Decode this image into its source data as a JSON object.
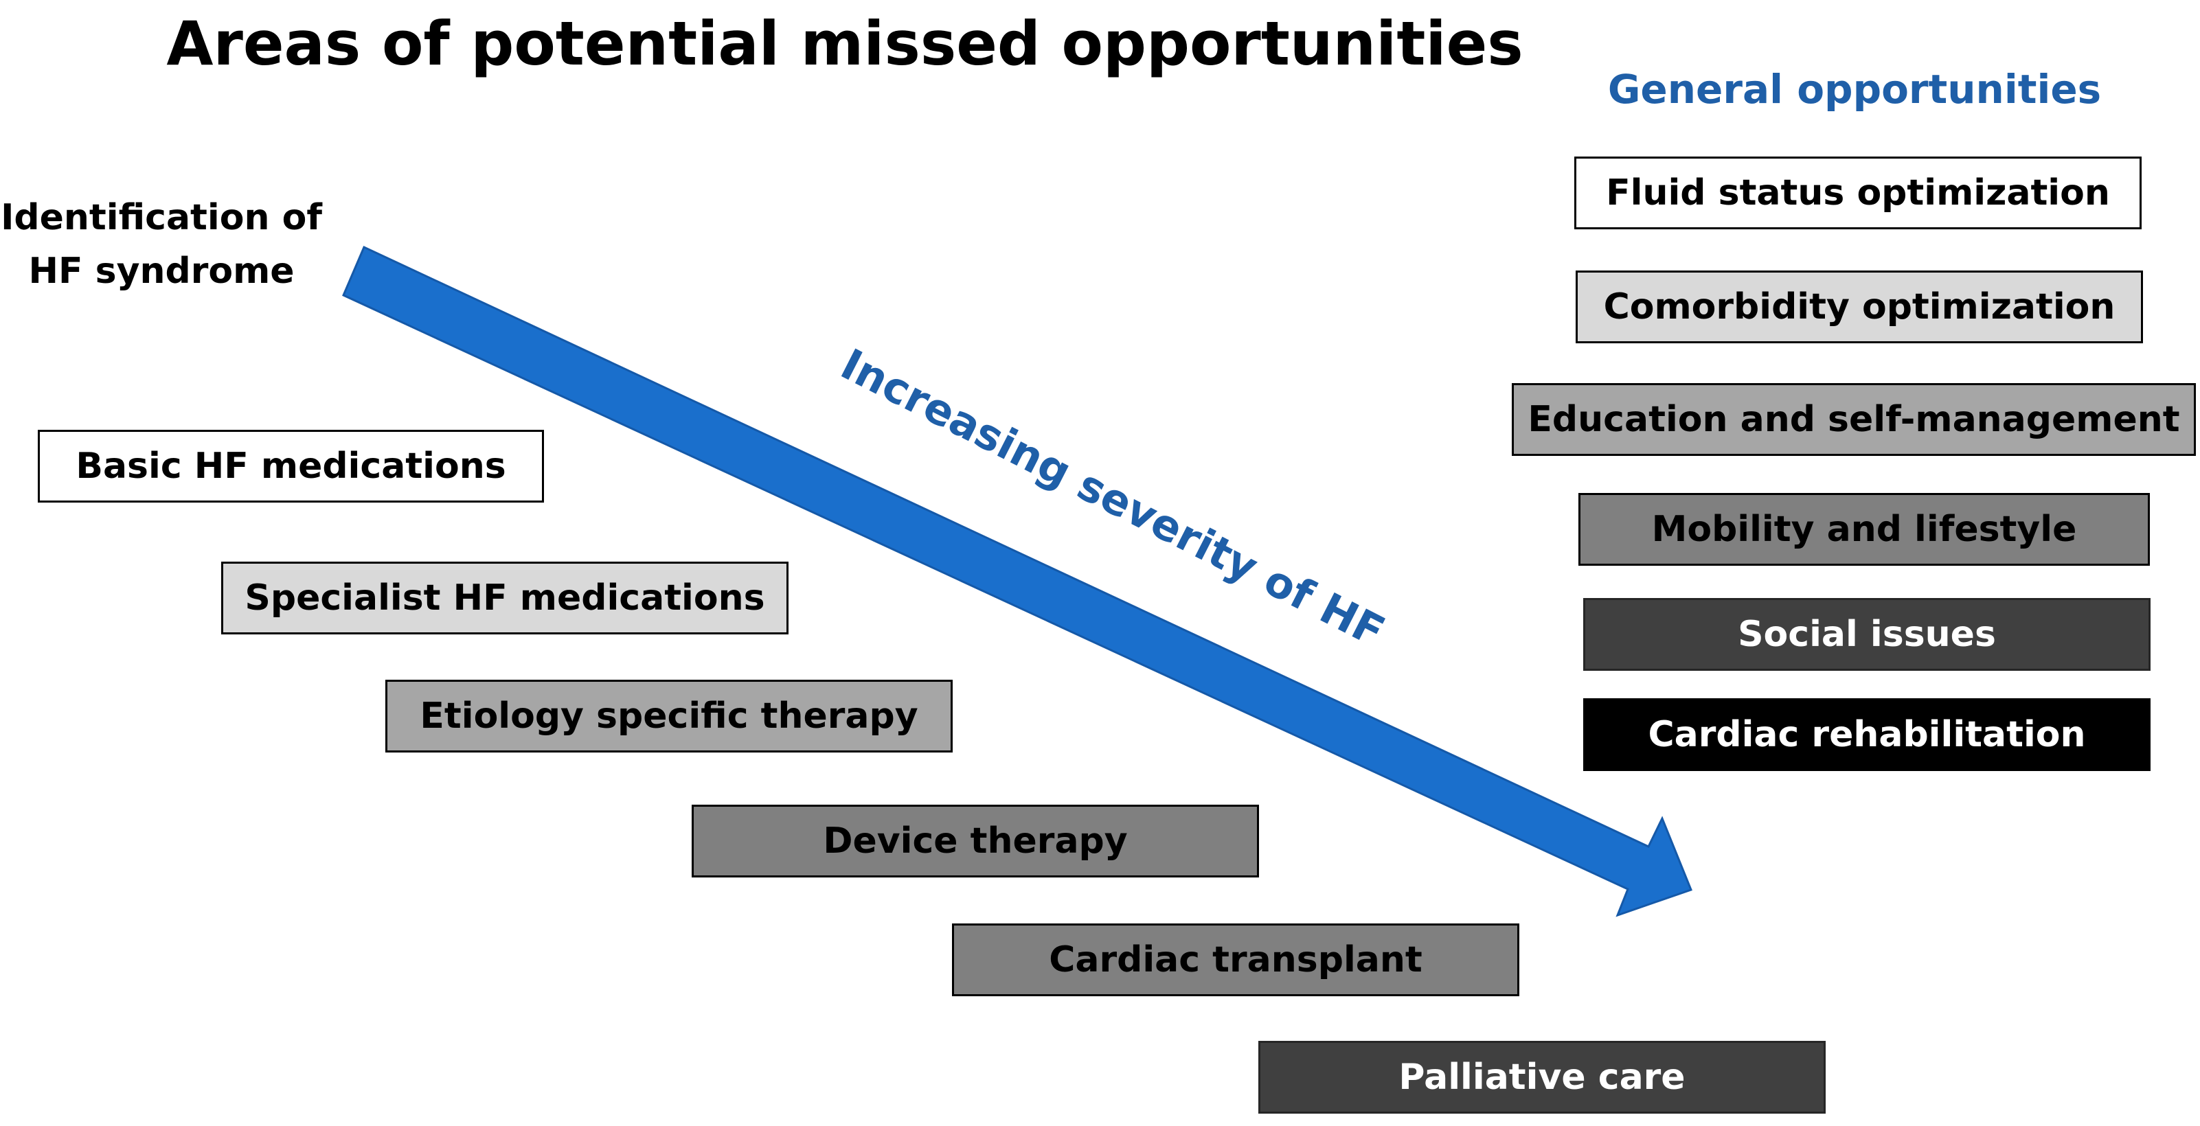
{
  "title": "Areas of potential missed opportunities",
  "identification": {
    "line1": "Identification of",
    "line2": "HF syndrome"
  },
  "arrow": {
    "label": "Increasing severity of HF",
    "color": "#1a6fcc"
  },
  "hf_steps": [
    {
      "label": "Basic HF medications",
      "fill": "#ffffff"
    },
    {
      "label": "Specialist HF medications",
      "fill": "#d9d9d9"
    },
    {
      "label": "Etiology specific therapy",
      "fill": "#a6a6a6"
    },
    {
      "label": "Device therapy",
      "fill": "#808080"
    },
    {
      "label": "Cardiac transplant",
      "fill": "#808080"
    },
    {
      "label": "Palliative care",
      "fill": "#404040"
    }
  ],
  "general": {
    "heading": "General opportunities",
    "items": [
      {
        "label": "Fluid status optimization",
        "fill": "#ffffff"
      },
      {
        "label": "Comorbidity optimization",
        "fill": "#d9d9d9"
      },
      {
        "label": "Education and self-management",
        "fill": "#a6a6a6"
      },
      {
        "label": "Mobility and lifestyle",
        "fill": "#808080"
      },
      {
        "label": "Social issues",
        "fill": "#404040"
      },
      {
        "label": "Cardiac rehabilitation",
        "fill": "#000000"
      }
    ]
  }
}
